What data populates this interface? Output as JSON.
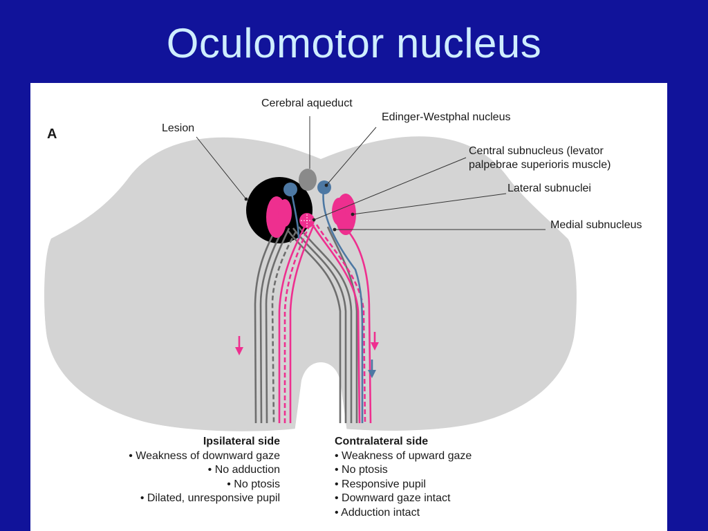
{
  "slide": {
    "title": "Oculomotor nucleus"
  },
  "figure": {
    "panel_letter": "A",
    "labels": {
      "cerebral_aqueduct": "Cerebral aqueduct",
      "edinger_westphal": "Edinger-Westphal nucleus",
      "lesion": "Lesion",
      "central_subnucleus_line1": "Central subnucleus (levator",
      "central_subnucleus_line2": "palpebrae superioris muscle)",
      "lateral_subnuclei": "Lateral subnuclei",
      "medial_subnucleus": "Medial subnucleus"
    },
    "ipsilateral": {
      "heading": "Ipsilateral side",
      "items": [
        "• Weakness of downward gaze",
        "• No adduction",
        "• No ptosis",
        "• Dilated, unresponsive pupil"
      ]
    },
    "contralateral": {
      "heading": "Contralateral side",
      "items": [
        "• Weakness of upward gaze",
        "• No ptosis",
        "• Responsive pupil",
        "• Downward gaze intact",
        "• Adduction intact"
      ]
    },
    "colors": {
      "brainstem": "#d4d4d4",
      "lesion": "#000000",
      "motor_pink": "#ee2f8f",
      "parasympathetic_blue": "#4d78a3",
      "aqueduct_gray": "#8a8a8a",
      "fiber_gray": "#6e6e6e"
    }
  }
}
